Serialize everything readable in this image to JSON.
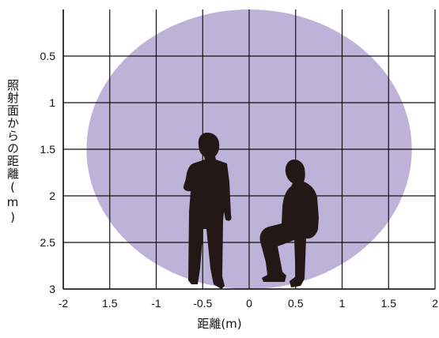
{
  "chart_data": {
    "type": "diagram",
    "xlabel": "距離(m)",
    "ylabel": "照射面からの距離(m)",
    "x_ticks": [
      "-2",
      "1.5",
      "-1",
      "-0.5",
      "0",
      "0.5",
      "1",
      "1.5",
      "2"
    ],
    "y_ticks": [
      "0.5",
      "1",
      "1.5",
      "2",
      "2.5",
      "3"
    ],
    "xlim": [
      -2,
      2
    ],
    "ylim": [
      0,
      3
    ],
    "grid": true,
    "coverage_area": {
      "center_x": 0,
      "center_y": 1.5,
      "radius_x": 1.75,
      "radius_y": 1.5
    },
    "colors": {
      "coverage": "#bdb2d8",
      "silhouette": "#231815",
      "grid": "#111111"
    }
  }
}
